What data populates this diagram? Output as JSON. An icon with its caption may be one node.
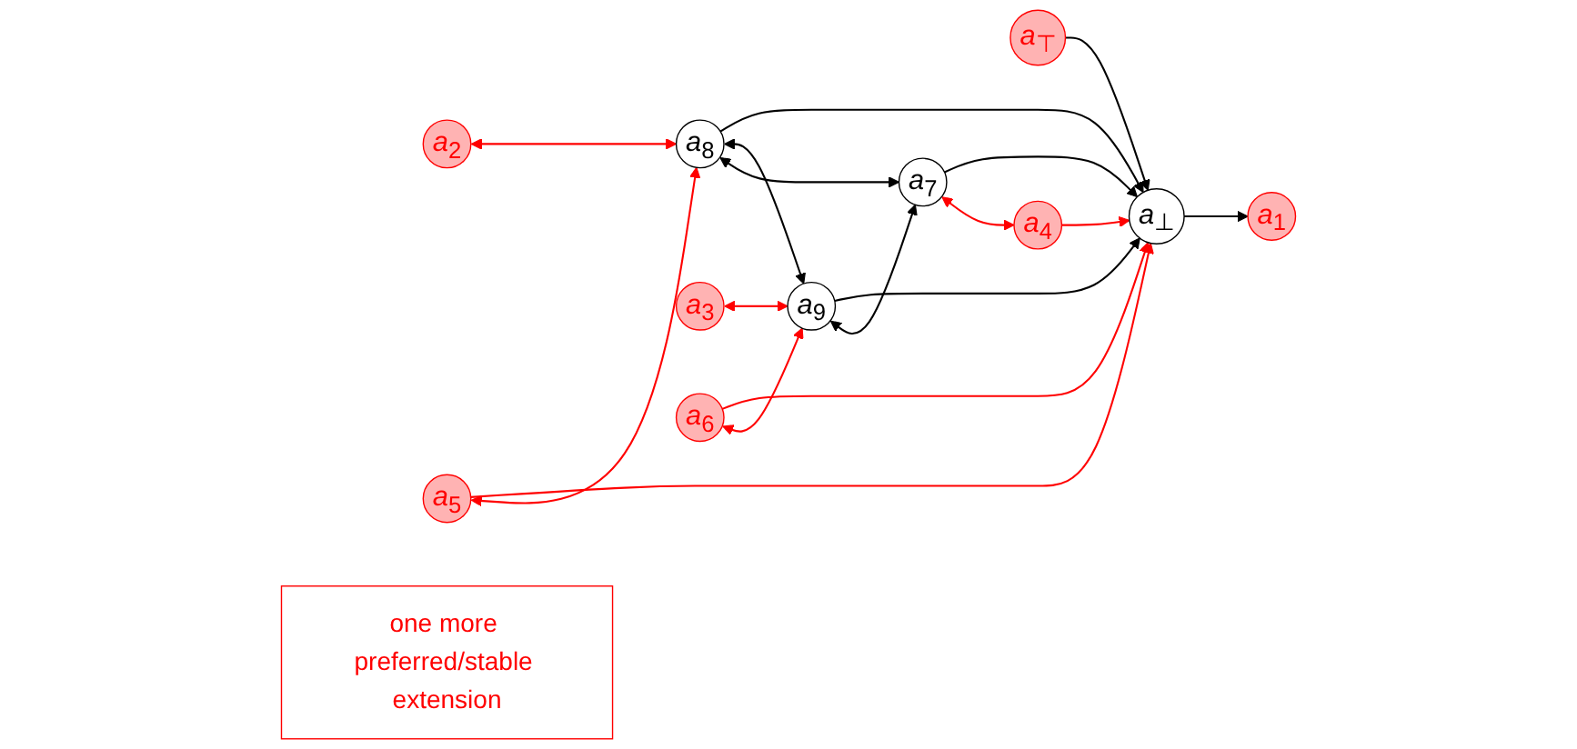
{
  "diagram": {
    "nodes": [
      {
        "text": [
          "*a*$_{2}$"
        ]
      },
      {
        "text": [
          "*a*$_{5}$"
        ]
      },
      {
        "text": [
          "*a*$_{1}$"
        ]
      },
      {
        "text": [
          "*a*$_{⊥}$"
        ]
      },
      {
        "text": [
          "*a*$_{⊤}$"
        ]
      },
      {
        "text": [
          "*a*$_{8}$"
        ]
      },
      {
        "text": [
          "*a*$_{9}$"
        ]
      },
      {
        "text": [
          "*a*$_{7}$"
        ]
      },
      {
        "text": [
          "*a*$_{4}$"
        ]
      },
      {
        "text": [
          "*a*$_{3}$"
        ]
      },
      {
        "text": [
          "*a*$_{6}$"
        ]
      },
      {
        "text": [
          "one more preferred/stable extension"
        ]
      }
    ],
    "edges": [
      {
        "from": 3,
        "to": 2,
        "arrow": "to"
      },
      {
        "from": 4,
        "to": 3,
        "arrow": "to"
      },
      {
        "from": 1,
        "to": 3,
        "arrow": "to",
        "color": "#ff0000"
      },
      {
        "from": 5,
        "to": 3,
        "arrow": "to"
      },
      {
        "from": 6,
        "to": 3,
        "arrow": "to"
      },
      {
        "from": 10,
        "to": 3,
        "arrow": "to",
        "color": "#ff0000"
      },
      {
        "from": 7,
        "to": 3,
        "arrow": "to"
      },
      {
        "from": 8,
        "to": 3,
        "arrow": "to",
        "color": "#ff0000"
      },
      {
        "from": 0,
        "to": 5,
        "arrow": "both",
        "color": "#ff0000"
      },
      {
        "from": 1,
        "to": 5,
        "arrow": "both",
        "color": "#ff0000"
      },
      {
        "from": 5,
        "to": 6,
        "arrow": "both"
      },
      {
        "from": 5,
        "to": 7,
        "arrow": "both"
      },
      {
        "from": 6,
        "to": 7,
        "arrow": "both"
      },
      {
        "from": 9,
        "to": 6,
        "arrow": "both",
        "color": "#ff0000"
      },
      {
        "from": 10,
        "to": 6,
        "arrow": "both",
        "color": "#ff0000"
      },
      {
        "from": 7,
        "to": 8,
        "arrow": "both",
        "color": "#ff0000"
      }
    ]
  }
}
